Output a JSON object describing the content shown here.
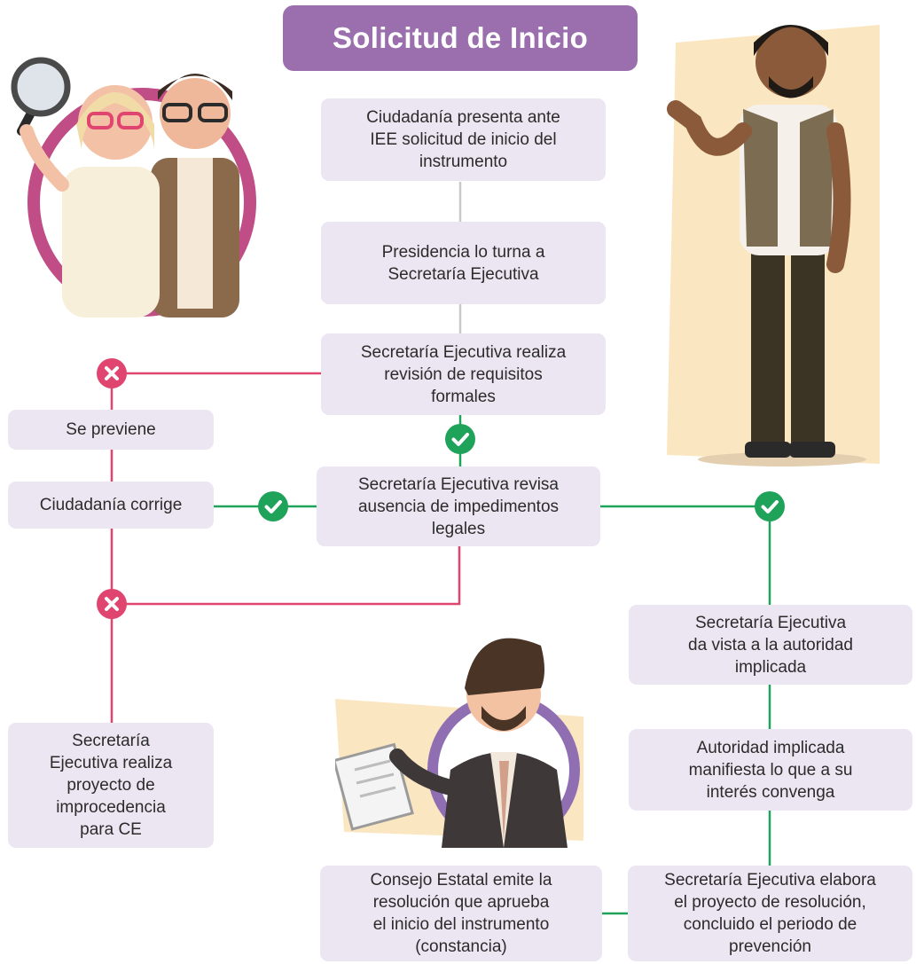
{
  "title": "Solicitud de Inicio",
  "colors": {
    "banner": "#9b6fae",
    "box": "#ece6f2",
    "gray_line": "#c9c9c9",
    "red_line": "#e0456f",
    "green_line": "#1fa259",
    "red_badge": "#e0456f",
    "green_badge": "#1fa259"
  },
  "steps": {
    "ciudadania_presenta": "Ciudadanía presenta ante\nIEE solicitud de inicio del\ninstrumento",
    "presidencia_turna": "Presidencia lo turna a\nSecretaría Ejecutiva",
    "revision_requisitos": "Secretaría Ejecutiva realiza\nrevisión de requisitos\nformales",
    "se_previene": "Se previene",
    "ciudadania_corrige": "Ciudadanía corrige",
    "revisa_impedimentos": "Secretaría Ejecutiva revisa\nausencia de impedimentos\nlegales",
    "improcedencia": "Secretaría\nEjecutiva realiza\nproyecto de\nimprocedencia\npara CE",
    "da_vista": "Secretaría Ejecutiva\nda vista a la autoridad\nimplicada",
    "autoridad_manifiesta": "Autoridad implicada\nmanifiesta lo que a su\ninterés convenga",
    "elabora_proyecto": "Secretaría Ejecutiva elabora\nel proyecto de resolución,\nconcluido el periodo de\nprevención",
    "consejo_emite": "Consejo Estatal emite la\nresolución que aprueba\nel inicio del instrumento\n(constancia)"
  },
  "badges": {
    "reject_icon": "x-circle-icon",
    "approve_icon": "check-circle-icon"
  },
  "illustrations": [
    "investigators-illustration",
    "man-pointing-illustration",
    "man-with-document-illustration"
  ]
}
